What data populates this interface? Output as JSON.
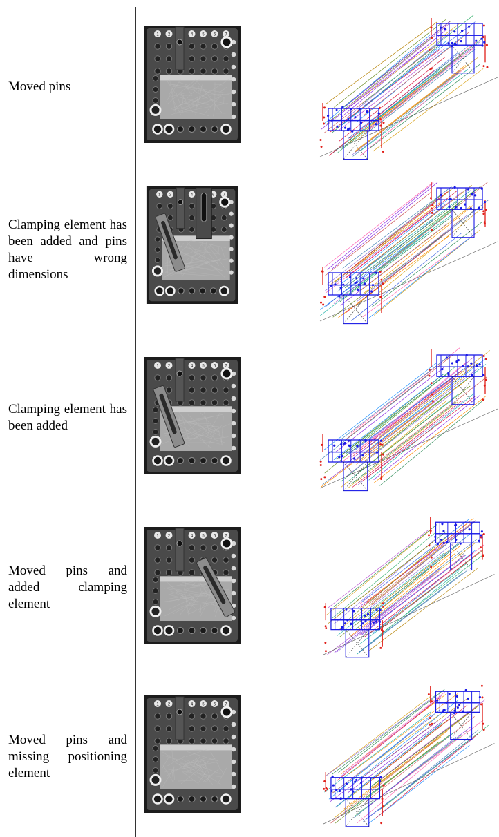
{
  "rows": [
    {
      "label": "Moved pins",
      "variant": 0
    },
    {
      "label": "Clamping element has been added and pins have wrong dimensions",
      "variant": 1
    },
    {
      "label": "Clamping element has been added",
      "variant": 2
    },
    {
      "label": "Moved pins and added clamping element",
      "variant": 3
    },
    {
      "label": "Moved pins and missing positioning element",
      "variant": 4
    }
  ],
  "photo_pin_labels": [
    "1",
    "2",
    "3",
    "4",
    "5",
    "6",
    "7"
  ],
  "colors": {
    "photo_bg": "#1c1c1c",
    "plate": "#a9a9a9",
    "match_node_red": "#e0201a",
    "match_node_blue": "#1a1ae6",
    "match_line_palette": [
      "#b8860b",
      "#2e8b57",
      "#8a2be2",
      "#ff69b4",
      "#4682b4",
      "#daa520",
      "#20b2aa",
      "#dc143c",
      "#6b8e23",
      "#9370db",
      "#ff8c00",
      "#1e90ff",
      "#ba55d3",
      "#3cb371",
      "#cd5c5c",
      "#4169e1"
    ]
  }
}
